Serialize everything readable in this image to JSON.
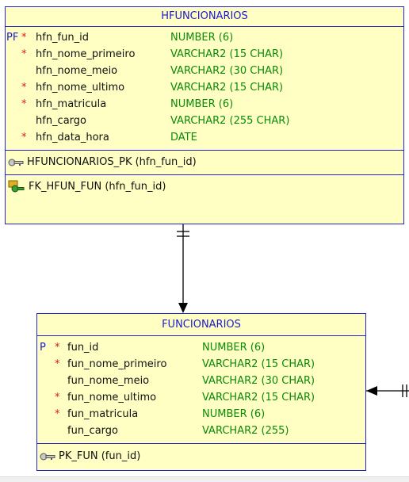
{
  "hfuncionarios": {
    "title": "HFUNCIONARIOS",
    "columns": [
      {
        "key": "PF",
        "required": "*",
        "name": "hfn_fun_id",
        "type": "NUMBER (6)"
      },
      {
        "key": "",
        "required": "*",
        "name": "hfn_nome_primeiro",
        "type": "VARCHAR2 (15 CHAR)"
      },
      {
        "key": "",
        "required": "",
        "name": "hfn_nome_meio",
        "type": "VARCHAR2 (30 CHAR)"
      },
      {
        "key": "",
        "required": "*",
        "name": "hfn_nome_ultimo",
        "type": "VARCHAR2 (15 CHAR)"
      },
      {
        "key": "",
        "required": "*",
        "name": "hfn_matricula",
        "type": "NUMBER (6)"
      },
      {
        "key": "",
        "required": "",
        "name": "hfn_cargo",
        "type": "VARCHAR2 (255 CHAR)"
      },
      {
        "key": "",
        "required": "*",
        "name": "hfn_data_hora",
        "type": "DATE"
      }
    ],
    "primary_key": "HFUNCIONARIOS_PK (hfn_fun_id)",
    "foreign_key": "FK_HFUN_FUN (hfn_fun_id)"
  },
  "funcionarios": {
    "title": "FUNCIONARIOS",
    "columns": [
      {
        "key": "P",
        "required": "*",
        "name": "fun_id",
        "type": "NUMBER (6)"
      },
      {
        "key": "",
        "required": "*",
        "name": "fun_nome_primeiro",
        "type": "VARCHAR2 (15 CHAR)"
      },
      {
        "key": "",
        "required": "",
        "name": "fun_nome_meio",
        "type": "VARCHAR2 (30 CHAR)"
      },
      {
        "key": "",
        "required": "*",
        "name": "fun_nome_ultimo",
        "type": "VARCHAR2 (15 CHAR)"
      },
      {
        "key": "",
        "required": "*",
        "name": "fun_matricula",
        "type": "NUMBER (6)"
      },
      {
        "key": "",
        "required": "",
        "name": "fun_cargo",
        "type": "VARCHAR2 (255)"
      }
    ],
    "primary_key": "PK_FUN (fun_id)"
  },
  "colors": {
    "table_fill": "#ffffc3",
    "table_border": "#2222cc",
    "title_text": "#1a1ad0",
    "required_marker": "#e01818",
    "type_text": "#0a8a0a"
  },
  "icons": {
    "primary_key": "key-icon",
    "foreign_key": "foreign-key-icon"
  }
}
